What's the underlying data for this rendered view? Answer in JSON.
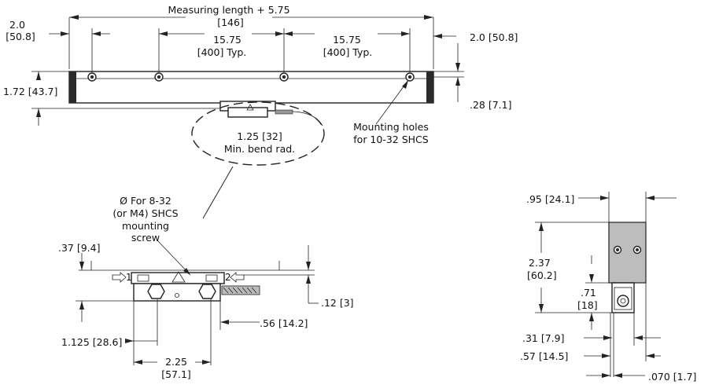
{
  "labels": {
    "measuring_length": "Measuring length + 5.75",
    "measuring_length_mm": "[146]",
    "end_left_in": "2.0",
    "end_left_mm": "[50.8]",
    "end_right": "2.0 [50.8]",
    "pitch1_in": "15.75",
    "pitch1_mm": "[400] Typ.",
    "pitch2_in": "15.75",
    "pitch2_mm": "[400] Typ.",
    "height": "1.72 [43.7]",
    "offset": ".28 [7.1]",
    "bend_radius_1": "1.25 [32]",
    "bend_radius_2": "Min. bend rad.",
    "mounting_holes_1": "Mounting holes",
    "mounting_holes_2": "for 10-32 SHCS",
    "screw_note_1": "Ø For 8-32",
    "screw_note_2": "(or M4) SHCS",
    "screw_note_3": "mounting",
    "screw_note_4": "screw",
    "readhead_top": ".37 [9.4]",
    "readhead_gap": ".12 [3]",
    "readhead_056": ".56 [14.2]",
    "readhead_1125": "1.125 [28.6]",
    "readhead_225_in": "2.25",
    "readhead_225_mm": "[57.1]",
    "side_width": ".95 [24.1]",
    "side_height_in": "2.37",
    "side_height_mm": "[60.2]",
    "side_071_in": ".71",
    "side_071_mm": "[18]",
    "side_031": ".31 [7.9]",
    "side_057": ".57 [14.5]",
    "side_070": ".070 [1.7]",
    "arrow_1": "1",
    "arrow_2": "2"
  }
}
